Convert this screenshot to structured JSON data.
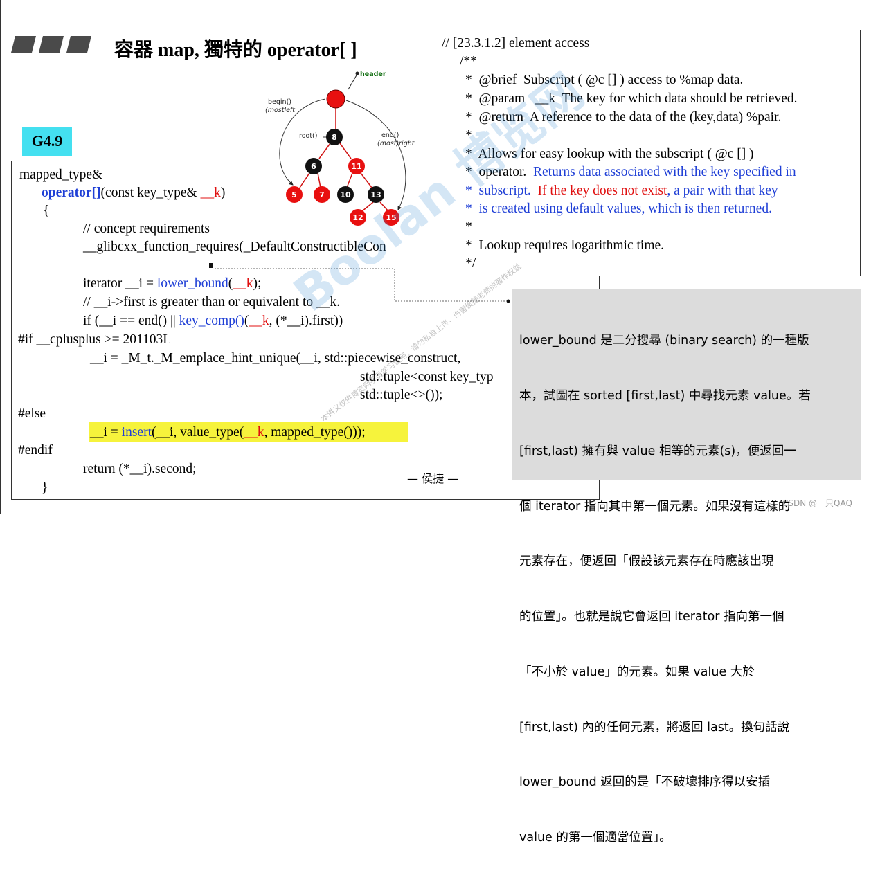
{
  "slide": {
    "title": "容器 map, 獨特的 operator[ ]",
    "version_badge": "G4.9",
    "footer_author": "— 侯捷 —",
    "csdn_credit": "CSDN @一只QAQ"
  },
  "watermark": {
    "brand": "Boolan 博览网",
    "notice": "本讲义仅供博览网学员学习使用，请勿私自上传，伤害侯捷老师的著作权益"
  },
  "tree_diagram": {
    "header_label": "header",
    "begin_label": "begin()",
    "begin_sub": "(mostleft",
    "root_label": "root()",
    "end_label": "end()",
    "end_sub": "(most)right",
    "nodes": [
      "8",
      "6",
      "11",
      "5",
      "7",
      "10",
      "13",
      "12",
      "15"
    ]
  },
  "code": {
    "l1": "mapped_type&",
    "l2_op": "operator[]",
    "l2_mid": "(const key_type& ",
    "l2_k": "__k",
    "l2_end": ")",
    "l3": "{",
    "l4": "// concept requirements",
    "l5": "__glibcxx_function_requires(_DefaultConstructibleCon",
    "l6_a": "iterator __i = ",
    "l6_fn": "lower_bound",
    "l6_b": "(",
    "l6_k": "__k",
    "l6_c": ");",
    "l7": "// __i->first is greater than or equivalent to __k.",
    "l8_a": "if (__i == end() || ",
    "l8_fn": "key_comp()",
    "l8_b": "(",
    "l8_k": "__k",
    "l8_c": ", (*__i).first))",
    "l9": "#if __cplusplus >= 201103L",
    "l10": "__i = _M_t._M_emplace_hint_unique(__i, std::piecewise_construct,",
    "l11": "std::tuple<const key_typ",
    "l12": "std::tuple<>());",
    "l13": "#else",
    "l14_a": "__i = ",
    "l14_fn": "insert",
    "l14_b": "(__i, value_type(",
    "l14_k": "__k",
    "l14_c": ", mapped_type()));",
    "l15": "#endif",
    "l16": "return (*__i).second;",
    "l17": "}"
  },
  "doc_comment": {
    "l1": "// [23.3.1.2] element access",
    "l2": "/**",
    "l3": "*  @brief  Subscript ( @c [] ) access to %map data.",
    "l4": "*  @param   __k  The key for which data should be retrieved.",
    "l5": "*  @return  A reference to the data of the (key,data) %pair.",
    "l6": "*",
    "l7": "*  Allows for easy lookup with the subscript ( @c [] )",
    "l8_a": "*  operator.  ",
    "l8_b": "Returns data associated with the key specified in",
    "l9_a": "*  ",
    "l9_b": "subscript.  ",
    "l9_c": "If the key does not exist",
    "l9_d": ", a pair with that key",
    "l10_a": "*  ",
    "l10_b": "is created using default values, which is then returned.",
    "l11": "*",
    "l12": "*  Lookup requires logarithmic time.",
    "l13": "*/"
  },
  "note": {
    "lines": [
      "lower_bound 是二分搜尋 (binary search) 的一種版",
      "本，試圖在 sorted [first,last) 中尋找元素 value。若",
      "[first,last) 擁有與 value 相等的元素(s)，便返回一",
      "個 iterator 指向其中第一個元素。如果沒有這樣的",
      "元素存在，便返回「假設該元素存在時應該出現",
      "的位置」。也就是說它會返回 iterator 指向第一個",
      "「不小於 value」的元素。如果 value 大於",
      "[first,last) 內的任何元素，將返回 last。換句話說",
      "lower_bound 返回的是「不破壞排序得以安插",
      "value 的第一個適當位置」。"
    ]
  }
}
